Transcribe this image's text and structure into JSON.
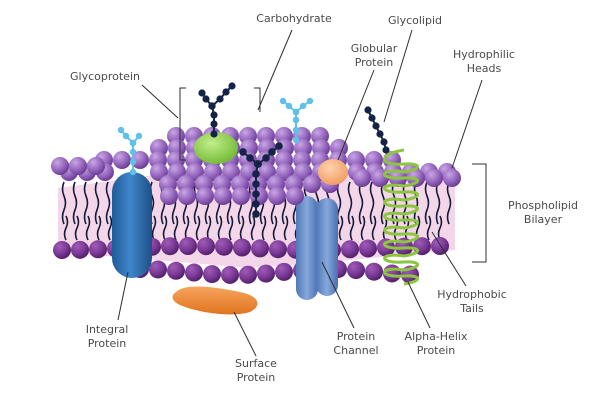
{
  "diagram": {
    "colors": {
      "head": "#9a6cc2",
      "head_dark": "#6a2f86",
      "head_lower": "#7a3a96",
      "tail": "#141a3a",
      "pink_core": "#f1cfe3",
      "integral_protein": "#2e6fb3",
      "channel_protein": "#6f97d1",
      "surface_protein": "#f08a3a",
      "globular_protein": "#f5b07e",
      "alpha_helix": "#8cc63e",
      "globule_green": "#8cd04a",
      "carb_dark": "#152347",
      "carb_light": "#5fc0ea",
      "leader_line": "#2e2e2e"
    },
    "labels": {
      "carbohydrate": "Carbohydrate",
      "glycolipid": "Glycolipid",
      "globular_protein": [
        "Globular",
        "Protein"
      ],
      "hydrophilic_heads": [
        "Hydrophilic",
        "Heads"
      ],
      "glycoprotein": "Glycoprotein",
      "phospholipid_bilayer": [
        "Phospholipid",
        "Bilayer"
      ],
      "hydrophobic_tails": [
        "Hydrophobic",
        "Tails"
      ],
      "integral_protein": [
        "Integral",
        "Protein"
      ],
      "surface_protein": [
        "Surface",
        "Protein"
      ],
      "protein_channel": [
        "Protein",
        "Channel"
      ],
      "alpha_helix_protein": [
        "Alpha-Helix",
        "Protein"
      ]
    }
  }
}
